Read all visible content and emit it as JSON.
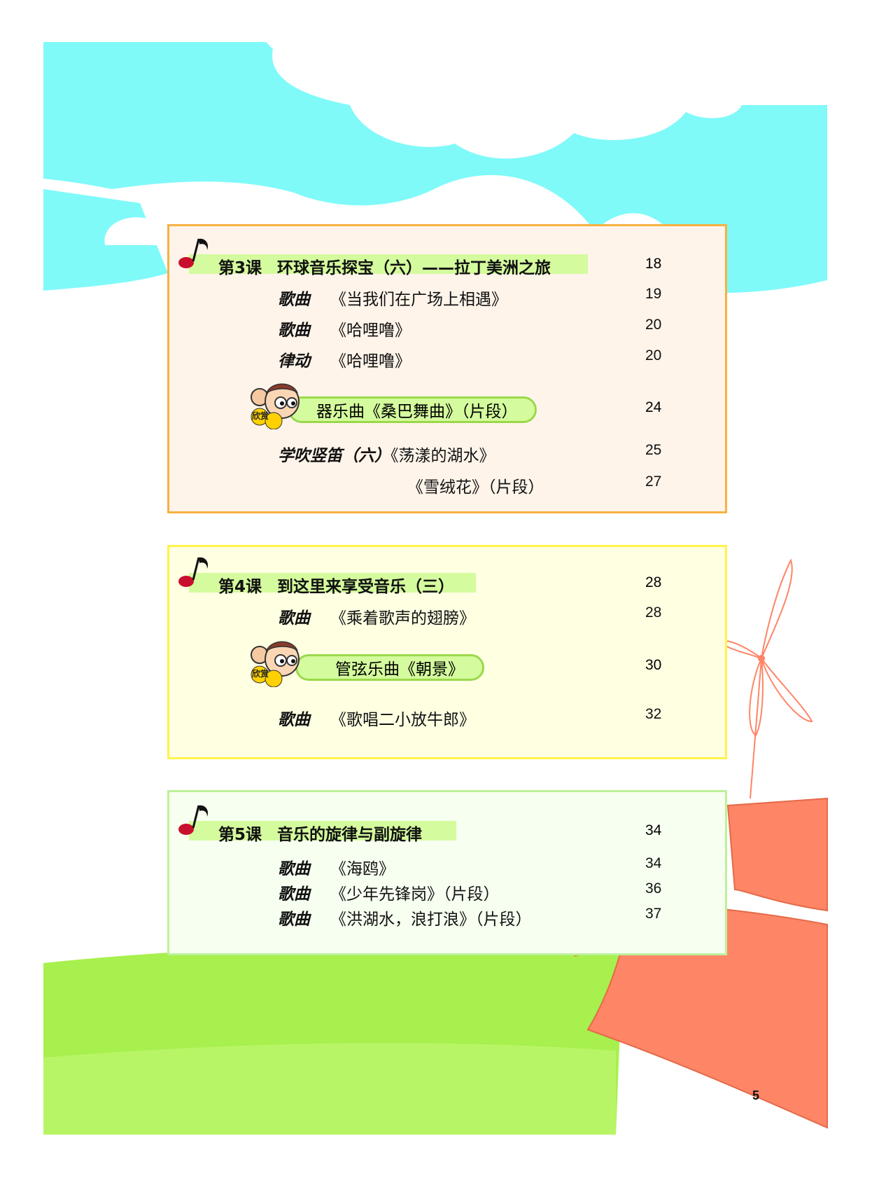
{
  "page_number": "5",
  "badge_label": "欣赏",
  "colors": {
    "sky": "#7ffaf9",
    "grass": "#a7f04d",
    "windmill": "#fe8566",
    "box3_border": "#f7b141",
    "box4_border": "#fff34a",
    "box5_border": "#bdf19a",
    "title_bar": "#d4fb9d"
  },
  "lessons": [
    {
      "label": "第3课",
      "name": "环球音乐探宝（六）——拉丁美洲之旅",
      "page": "18",
      "items": [
        {
          "kind": "歌曲",
          "title": "《当我们在广场上相遇》",
          "page": "19"
        },
        {
          "kind": "歌曲",
          "title": "《哈哩噜》",
          "page": "20"
        },
        {
          "kind": "律动",
          "title": "《哈哩噜》",
          "page": "20"
        },
        {
          "kind": "欣赏",
          "title": "器乐曲《桑巴舞曲》（片段）",
          "page": "24"
        },
        {
          "kind": "学吹竖笛（六）",
          "title": "《荡漾的湖水》",
          "page": "25"
        },
        {
          "kind": "",
          "title": "《雪绒花》（片段）",
          "page": "27"
        }
      ]
    },
    {
      "label": "第4课",
      "name": "到这里来享受音乐（三）",
      "page": "28",
      "items": [
        {
          "kind": "歌曲",
          "title": "《乘着歌声的翅膀》",
          "page": "28"
        },
        {
          "kind": "欣赏",
          "title": "管弦乐曲《朝景》",
          "page": "30"
        },
        {
          "kind": "歌曲",
          "title": "《歌唱二小放牛郎》",
          "page": "32"
        }
      ]
    },
    {
      "label": "第5课",
      "name": "音乐的旋律与副旋律",
      "page": "34",
      "items": [
        {
          "kind": "歌曲",
          "title": "《海鸥》",
          "page": "34"
        },
        {
          "kind": "歌曲",
          "title": "《少年先锋岗》（片段）",
          "page": "36"
        },
        {
          "kind": "歌曲",
          "title": "《洪湖水，浪打浪》（片段）",
          "page": "37"
        }
      ]
    }
  ]
}
